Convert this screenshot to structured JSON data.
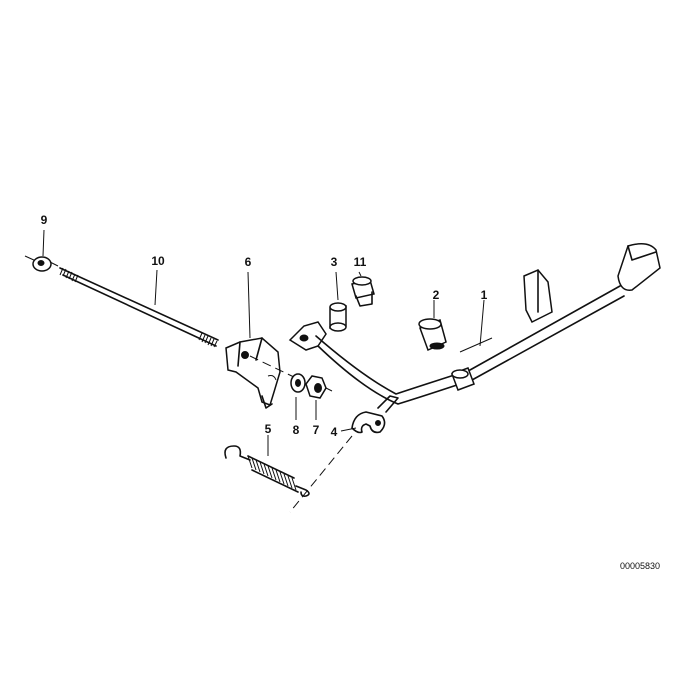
{
  "callouts": {
    "c1": "1",
    "c2": "2",
    "c3": "3",
    "c4": "4",
    "c5": "5",
    "c6": "6",
    "c7": "7",
    "c8": "8",
    "c9": "9",
    "c10": "10",
    "c11": "11"
  },
  "reference_number": "00005830"
}
